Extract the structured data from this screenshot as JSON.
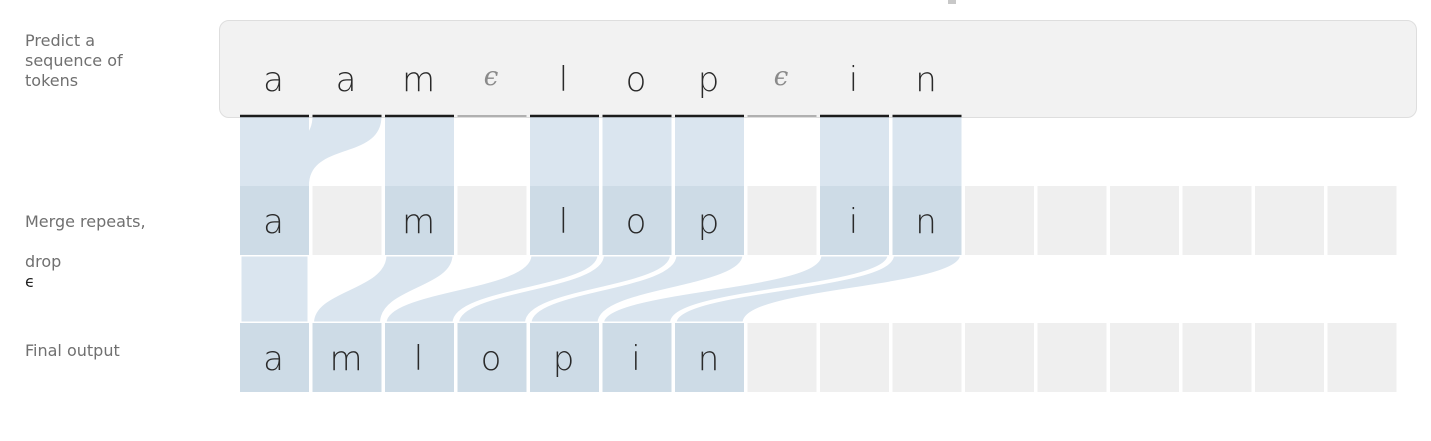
{
  "labels": {
    "predict": "Predict a\nsequence of\ntokens",
    "merge": "Merge repeats,",
    "merge_drop": "drop",
    "epsilon": "ϵ",
    "final": "Final output"
  },
  "predicted_tokens": [
    "a",
    "a",
    "m",
    "ϵ",
    "l",
    "o",
    "p",
    "ϵ",
    "i",
    "n"
  ],
  "merged_tokens": [
    "a",
    "",
    "m",
    "",
    "l",
    "o",
    "p",
    "",
    "i",
    "n"
  ],
  "final_tokens": [
    "a",
    "m",
    "l",
    "o",
    "p",
    "i",
    "n"
  ],
  "total_slots": 16,
  "colors": {
    "flow": "#dae5ef",
    "filled_cell": "#cddbe6",
    "empty_cell": "#efefef",
    "panel": "#f2f2f2",
    "text": "#2a2a2a",
    "epsilon_text": "#8a8a8a",
    "underline_token": "#1c1c1c",
    "underline_blank": "#9a9a9a"
  }
}
